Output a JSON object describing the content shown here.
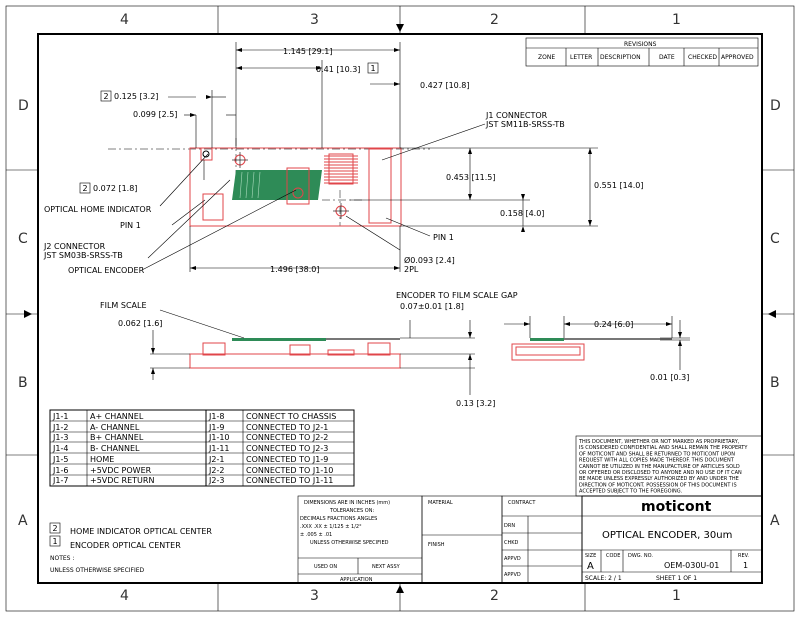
{
  "zones": {
    "top": [
      "4",
      "3",
      "2",
      "1"
    ],
    "bottom": [
      "4",
      "3",
      "2",
      "1"
    ],
    "left": [
      "D",
      "C",
      "B",
      "A"
    ],
    "right": [
      "D",
      "C",
      "B",
      "A"
    ]
  },
  "revisions": {
    "title": "REVISIONS",
    "headers": [
      "ZONE",
      "LETTER",
      "DESCRIPTION",
      "DATE",
      "CHECKED",
      "APPROVED"
    ]
  },
  "dims": {
    "overall_width": "1.145 [29.1]",
    "opt_center": "0.41 [10.3]",
    "opt_center_tag": "1",
    "j1_offset": "0.427 [10.8]",
    "home_offset": "0.125 [3.2]",
    "home_offset_tag": "2",
    "x_099": "0.099 [2.5]",
    "y_072": "0.072 [1.8]",
    "y_072_tag": "2",
    "h_453": "0.453 [11.5]",
    "h_551": "0.551 [14.0]",
    "h_158": "0.158 [4.0]",
    "hole": "Ø0.093 [2.4]",
    "hole_qty": "2PL",
    "pcb_len": "1.496 [38.0]",
    "film_thk": "0.062 [1.6]",
    "gap_label": "ENCODER TO FILM SCALE GAP",
    "gap_value": "0.07±0.01 [1.8]",
    "side_w": "0.24 [6.0]",
    "side_thk": "0.01 [0.3]",
    "pcb_h": "0.13 [3.2]"
  },
  "callouts": {
    "j1_title": "J1 CONNECTOR",
    "j1_part": "JST SM11B-SRSS-TB",
    "home_indicator": "OPTICAL HOME INDICATOR",
    "pin1_left": "PIN 1",
    "pin1_right": "PIN 1",
    "j2_title": "J2 CONNECTOR",
    "j2_part": "JST SM03B-SRSS-TB",
    "optical_encoder": "OPTICAL ENCODER",
    "film_scale": "FILM SCALE"
  },
  "pin_table": {
    "left": [
      [
        "J1-1",
        "A+ CHANNEL"
      ],
      [
        "J1-2",
        "A- CHANNEL"
      ],
      [
        "J1-3",
        "B+ CHANNEL"
      ],
      [
        "J1-4",
        "B- CHANNEL"
      ],
      [
        "J1-5",
        "HOME"
      ],
      [
        "J1-6",
        "+5VDC POWER"
      ],
      [
        "J1-7",
        "+5VDC RETURN"
      ]
    ],
    "right": [
      [
        "J1-8",
        "CONNECT TO CHASSIS"
      ],
      [
        "J1-9",
        "CONNECTED TO J2-1"
      ],
      [
        "J1-10",
        "CONNECTED TO J2-2"
      ],
      [
        "J1-11",
        "CONNECTED TO J2-3"
      ],
      [
        "J2-1",
        "CONNECTED TO J1-9"
      ],
      [
        "J2-2",
        "CONNECTED TO J1-10"
      ],
      [
        "J2-3",
        "CONNECTED TO J1-11"
      ]
    ]
  },
  "legend": {
    "items": [
      {
        "tag": "2",
        "text": "HOME INDICATOR OPTICAL CENTER"
      },
      {
        "tag": "1",
        "text": "ENCODER OPTICAL CENTER"
      }
    ],
    "notes": "NOTES :",
    "unless": "UNLESS OTHERWISE SPECIFIED"
  },
  "proprietary": [
    "THIS DOCUMENT, WHETHER OR NOT MARKED AS PROPRIETARY,",
    "IS CONSIDERED CONFIDENTIAL AND SHALL REMAIN THE PROPERTY",
    "OF MOTICONT AND SHALL BE RETURNED TO MOTICONT UPON",
    "REQUEST WITH ALL COPIES MADE THEREOF. THIS DOCUMENT",
    "CANNOT BE UTILIZED IN THE MANUFACTURE OF ARTICLES SOLD",
    "OR OFFERED OR DISCLOSED TO ANYONE AND NO USE OF IT CAN",
    "BE MADE UNLESS EXPRESSLY AUTHORIZED BY AND UNDER THE",
    "DIRECTION OF MOTICONT. POSSESSION OF THIS DOCUMENT IS",
    "ACCEPTED SUBJECT TO THE FOREGOING."
  ],
  "tolerances": {
    "line1": "DIMENSIONS ARE IN INCHES (mm)",
    "line2": "TOLERANCES ON:",
    "line3": "DECIMALS    FRACTIONS    ANGLES",
    "line4": ".XXX  .XX        ±  1/125    ± 1/2°",
    "line5": "± .005 ± .01",
    "line6": "UNLESS OTHERWISE SPECIFIED",
    "used_on": "USED ON",
    "next_assy": "NEXT ASSY",
    "application": "APPLICATION"
  },
  "title_block": {
    "material": "MATERIAL",
    "finish": "FINISH",
    "contract": "CONTRACT",
    "drn": "DRN",
    "chkd": "CHKD",
    "appvd1": "APPVD",
    "appvd2": "APPVD",
    "company": "moticont",
    "title": "OPTICAL ENCODER, 30um",
    "size_label": "SIZE",
    "size": "A",
    "code_label": "CODE",
    "dwg_label": "DWG. NO.",
    "dwg_no": "OEM-030U-01",
    "rev_label": "REV.",
    "rev": "1",
    "scale": "SCALE:  2  /  1",
    "sheet": "SHEET   1   OF   1"
  }
}
